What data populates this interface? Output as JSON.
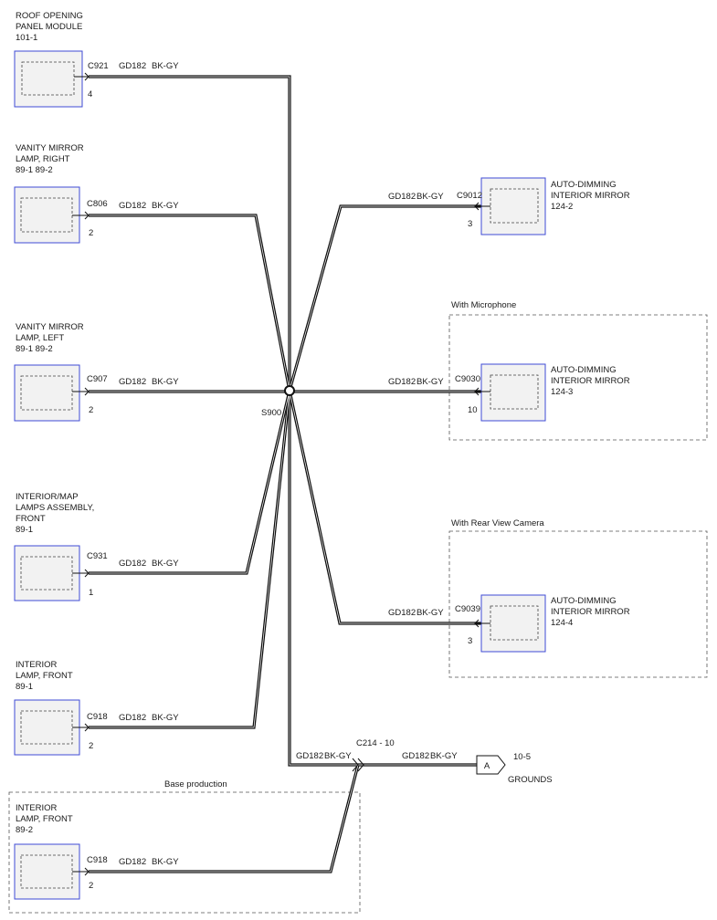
{
  "components": {
    "roof_opening": {
      "lines": [
        "ROOF OPENING",
        "PANEL MODULE",
        "101-1"
      ],
      "connector": "C921",
      "pin": "4"
    },
    "vanity_right": {
      "lines": [
        "VANITY MIRROR",
        "LAMP, RIGHT",
        "89-1   89-2"
      ],
      "connector": "C806",
      "pin": "2"
    },
    "vanity_left": {
      "lines": [
        "VANITY MIRROR",
        "LAMP, LEFT",
        "89-1   89-2"
      ],
      "connector": "C907",
      "pin": "2"
    },
    "map_lamps": {
      "lines": [
        "INTERIOR/MAP",
        "LAMPS ASSEMBLY,",
        "FRONT",
        "89-1"
      ],
      "connector": "C931",
      "pin": "1"
    },
    "interior_lamp_1": {
      "lines": [
        "INTERIOR",
        "LAMP, FRONT",
        "89-1"
      ],
      "connector": "C918",
      "pin": "2"
    },
    "interior_lamp_2": {
      "lines": [
        "INTERIOR",
        "LAMP, FRONT",
        "89-2"
      ],
      "connector": "C918",
      "pin": "2"
    },
    "mirror_1": {
      "lines": [
        "AUTO-DIMMING",
        "INTERIOR MIRROR",
        "124-2"
      ],
      "connector": "C9012",
      "pin": "3"
    },
    "mirror_2": {
      "lines": [
        "AUTO-DIMMING",
        "INTERIOR MIRROR",
        "124-3"
      ],
      "connector": "C9030",
      "pin": "10"
    },
    "mirror_3": {
      "lines": [
        "AUTO-DIMMING",
        "INTERIOR MIRROR",
        "124-4"
      ],
      "connector": "C9039",
      "pin": "3"
    }
  },
  "wire": {
    "circuit": "GD182",
    "color": "BK-GY"
  },
  "splice": "S900",
  "inline_connector": "C214 - 10",
  "ground": {
    "letter": "A",
    "ref": "10-5",
    "label": "GROUNDS"
  },
  "options": {
    "microphone": "With Microphone",
    "rear_camera": "With Rear View Camera",
    "base": "Base production"
  }
}
